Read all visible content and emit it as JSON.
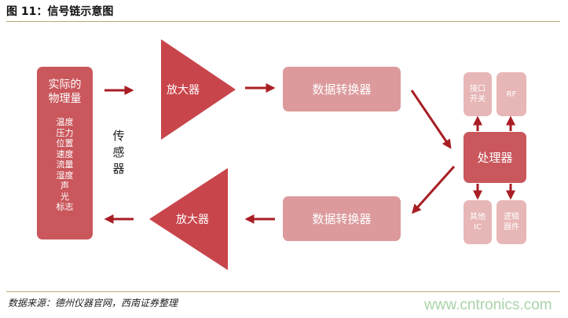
{
  "title": "图 11：信号链示意图",
  "physical_box": {
    "heading": "实际的物理量",
    "items": [
      "温度",
      "压力",
      "位置",
      "速度",
      "流量",
      "湿度",
      "声",
      "光",
      "标志"
    ]
  },
  "sensor_label": [
    "传",
    "感",
    "器"
  ],
  "amplifier_top": "放大器",
  "amplifier_bottom": "放大器",
  "converter_top": "数据转换器",
  "converter_bottom": "数据转换器",
  "processor": "处理器",
  "peripherals": {
    "interface_switch": [
      "接口",
      "开关"
    ],
    "rf": "RF",
    "other_ic": [
      "其他",
      "IC"
    ],
    "logic_device": [
      "逻辑",
      "器件"
    ]
  },
  "source": "数据来源：德州仪器官网，西南证券整理",
  "watermark": "www.cntronics.com",
  "colors": {
    "arrow": "#a81e24",
    "dark": "#c9575c",
    "light": "#dc9a9c",
    "pale": "#e7b6b6",
    "rule": "#b9ab73"
  }
}
